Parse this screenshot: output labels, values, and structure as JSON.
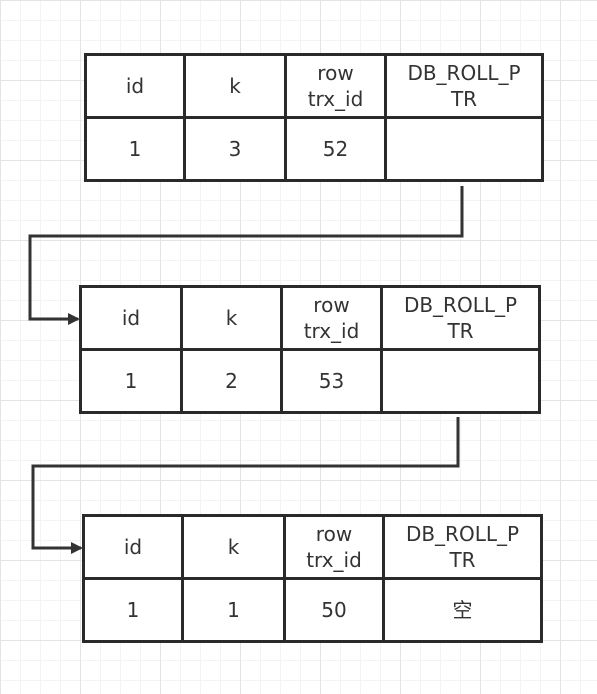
{
  "records": [
    {
      "headers": [
        "id",
        "k",
        "row\ntrx_id",
        "DB_ROLL_P\nTR"
      ],
      "values": [
        "1",
        "3",
        "52",
        ""
      ]
    },
    {
      "headers": [
        "id",
        "k",
        "row\ntrx_id",
        "DB_ROLL_P\nTR"
      ],
      "values": [
        "1",
        "2",
        "53",
        ""
      ]
    },
    {
      "headers": [
        "id",
        "k",
        "row\ntrx_id",
        "DB_ROLL_P\nTR"
      ],
      "values": [
        "1",
        "1",
        "50",
        "空"
      ]
    }
  ],
  "colors": {
    "border": "#2a2a2a",
    "text": "#333333",
    "connector": "#333333"
  }
}
